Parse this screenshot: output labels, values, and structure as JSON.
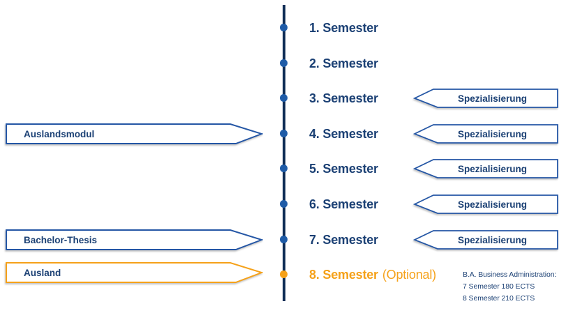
{
  "colors": {
    "navy": "#1b4074",
    "navy-dark": "#0e2c55",
    "dot-blue": "#1e5ba7",
    "border-blue": "#2456a5",
    "orange": "#f5a119"
  },
  "timeline": {
    "rows": [
      {
        "label": "1. Semester"
      },
      {
        "label": "2. Semester"
      },
      {
        "label": "3. Semester"
      },
      {
        "label": "4. Semester"
      },
      {
        "label": "5. Semester"
      },
      {
        "label": "6. Semester"
      },
      {
        "label": "7. Semester"
      },
      {
        "label": "8. Semester",
        "suffix": "(Optional)"
      }
    ]
  },
  "left_boxes": [
    {
      "label": "Auslandsmodul",
      "aligned_row": "4. Semester",
      "color": "blue"
    },
    {
      "label": "Bachelor-Thesis",
      "aligned_row": "7. Semester",
      "color": "blue"
    },
    {
      "label": "Ausland",
      "aligned_row": "8. Semester",
      "color": "orange"
    }
  ],
  "spezialisierung": {
    "label": "Spezialisierung",
    "aligned_rows": [
      "3. Semester",
      "4. Semester",
      "5. Semester",
      "6. Semester",
      "7. Semester"
    ]
  },
  "footnote": {
    "line1": "B.A. Business Administration:",
    "line2": "7 Semester 180 ECTS",
    "line3": "8 Semester 210 ECTS"
  }
}
